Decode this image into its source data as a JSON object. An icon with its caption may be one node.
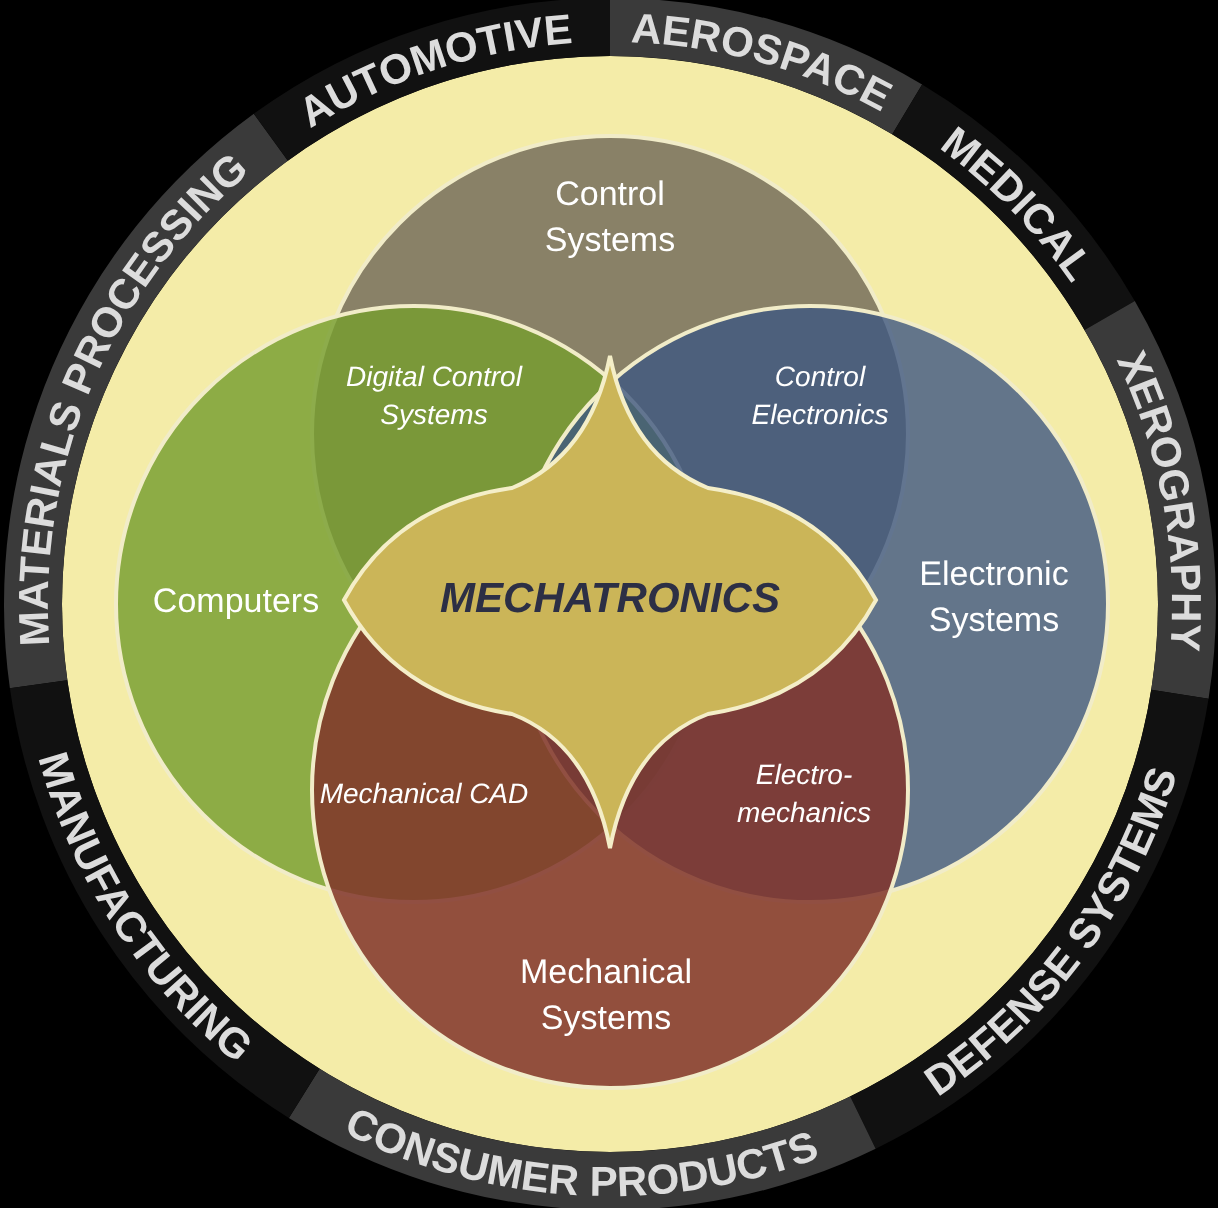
{
  "diagram": {
    "nodes": [
      {
        "text": [
          "Control Systems"
        ]
      },
      {
        "text": [
          "Computers"
        ]
      },
      {
        "text": [
          "Electronic Systems"
        ]
      },
      {
        "text": [
          "Mechanical Systems"
        ]
      },
      {
        "text": [
          "Digital Control Systems"
        ]
      },
      {
        "text": [
          "Control Electronics"
        ]
      },
      {
        "text": [
          "Mechanical CAD"
        ]
      },
      {
        "text": [
          "Electro- mechanics"
        ]
      },
      {
        "text": [
          "MECHATRONICS"
        ]
      },
      {
        "text": [
          "MATERIALS PROCESSING"
        ]
      },
      {
        "text": [
          "AUTOMOTIVE"
        ]
      },
      {
        "text": [
          "AEROSPACE"
        ]
      },
      {
        "text": [
          "MEDICAL"
        ]
      },
      {
        "text": [
          "XEROGRAPHY"
        ]
      },
      {
        "text": [
          "DEFENSE SYSTEMS"
        ]
      },
      {
        "text": [
          "CONSUMER PRODUCTS"
        ]
      },
      {
        "text": [
          "MANUFACTURING"
        ]
      }
    ]
  }
}
